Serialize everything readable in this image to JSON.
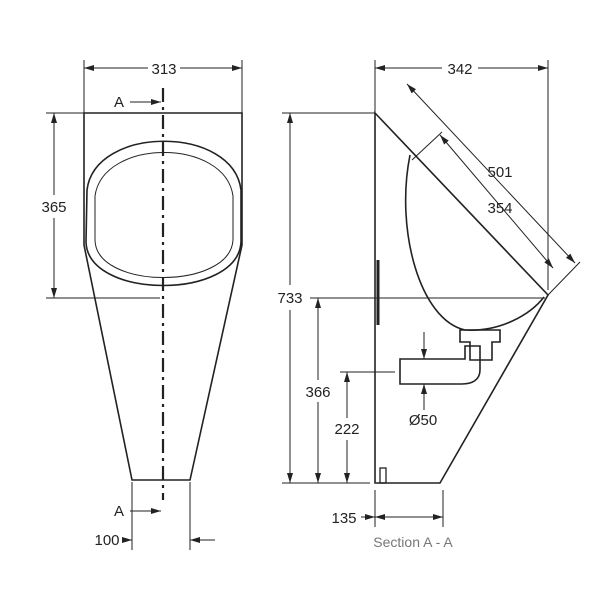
{
  "front_view": {
    "width": "313",
    "bowl_height": "365",
    "outlet_width": "100",
    "section_marker_top": "A",
    "section_marker_bottom": "A"
  },
  "side_view": {
    "depth": "342",
    "diagonal_outer": "501",
    "diagonal_inner": "354",
    "total_height": "733",
    "rim_height": "366",
    "outlet_height": "222",
    "outlet_diameter": "Ø50",
    "base_depth": "135",
    "caption": "Section A - A"
  }
}
